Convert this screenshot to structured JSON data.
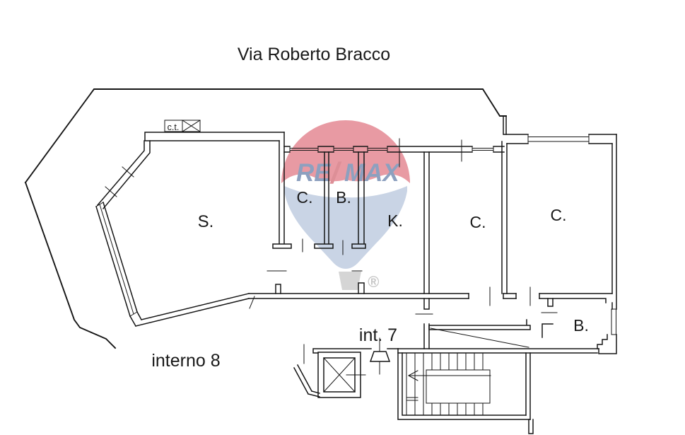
{
  "title": "Via Roberto Bracco",
  "plan": {
    "rooms": {
      "living": "S.",
      "closet_small": "C.",
      "bath_small": "B.",
      "kitchen": "K.",
      "bedroom_mid": "C.",
      "bedroom_large": "C.",
      "bath_main": "B."
    },
    "annotations": {
      "boiler": "c.t.",
      "unit": "int. 7",
      "neighbor_unit": "interno 8"
    }
  },
  "watermark": {
    "brand_left": "RE",
    "brand_slash": "/",
    "brand_right": "MAX",
    "registered": "®",
    "colors": {
      "dome": "#e89aa3",
      "cone": "#c9d4e5",
      "text": "#8da0bf",
      "slash": "#dd8f97",
      "basket": "#d5d5d5",
      "registered_gray": "#c6c6c6"
    }
  }
}
